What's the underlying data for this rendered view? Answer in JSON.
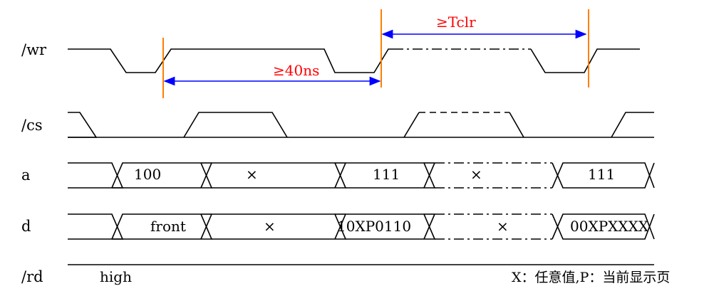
{
  "signals": {
    "wr": "/wr",
    "cs": "/cs",
    "a": "a",
    "d": "d",
    "rd": "/rd"
  },
  "a_bus": {
    "v1": "100",
    "v2": "×",
    "v3": "111",
    "v4": "×",
    "v5": "111"
  },
  "d_bus": {
    "v1": "front",
    "v2": "×",
    "v3": "10XP0110",
    "v4": "×",
    "v5": "00XPXXXX"
  },
  "rd_state": "high",
  "timings": {
    "t1": "≥40ns",
    "t2": "≥Tclr"
  },
  "legend": "X：任意值,P：当前显示页",
  "colors": {
    "marker": "#ff7f00",
    "arrow": "#0000ff",
    "timing_text": "#ff0000",
    "line": "#000000"
  }
}
